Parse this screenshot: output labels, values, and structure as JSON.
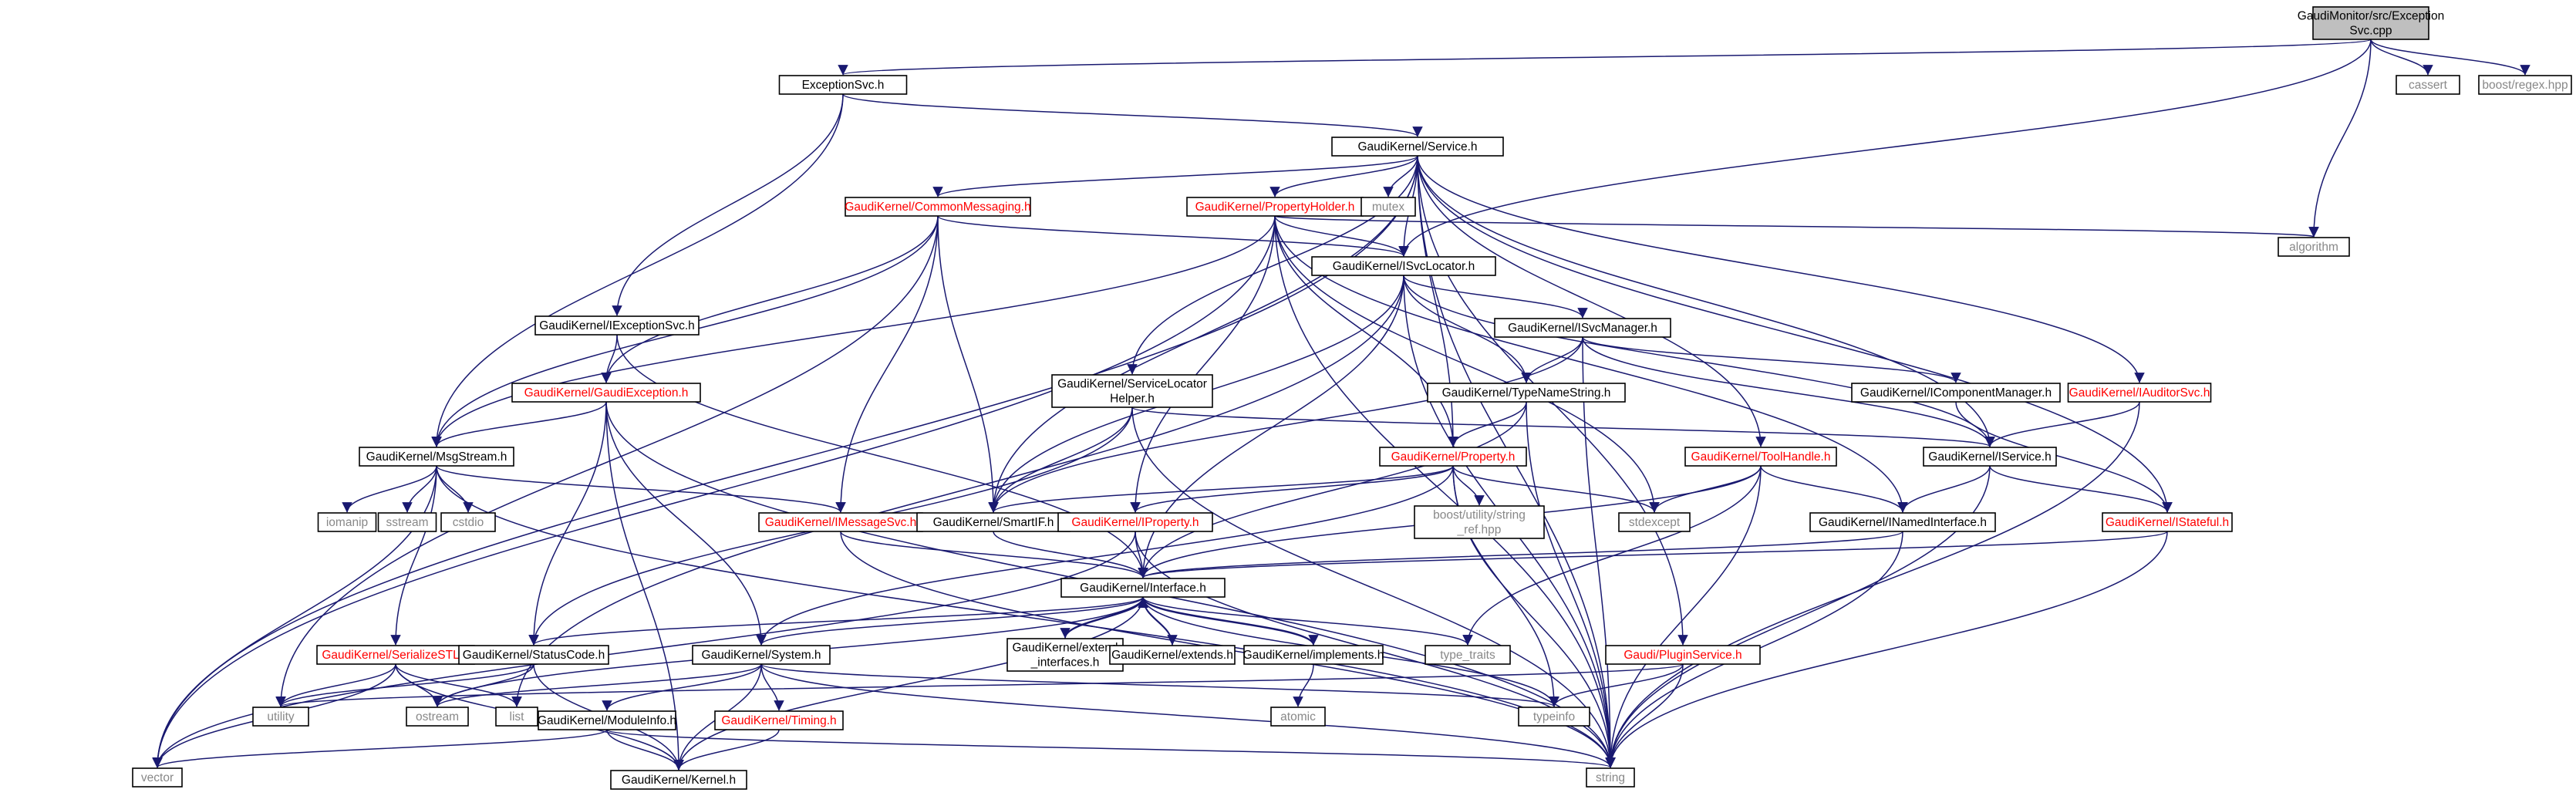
{
  "colors": {
    "edge": "#191970",
    "root_fill": "#bfbfbf",
    "box": "#ffffff",
    "red_text": "#ff0000",
    "black_text": "#000000",
    "grey_text": "#888888"
  },
  "nodes": {
    "root": {
      "lines": [
        "GaudiMonitor/src/Exception",
        "Svc.cpp"
      ],
      "style": "root"
    },
    "exsvc": {
      "lines": [
        "ExceptionSvc.h"
      ],
      "style": "black"
    },
    "cassert": {
      "lines": [
        "cassert"
      ],
      "style": "grey"
    },
    "boostregex": {
      "lines": [
        "boost/regex.hpp"
      ],
      "style": "grey"
    },
    "service": {
      "lines": [
        "GaudiKernel/Service.h"
      ],
      "style": "black"
    },
    "cmsg": {
      "lines": [
        "GaudiKernel/CommonMessaging.h"
      ],
      "style": "red"
    },
    "propholder": {
      "lines": [
        "GaudiKernel/PropertyHolder.h"
      ],
      "style": "red"
    },
    "mutex": {
      "lines": [
        "mutex"
      ],
      "style": "grey"
    },
    "algorithm": {
      "lines": [
        "algorithm"
      ],
      "style": "grey"
    },
    "isvcloc": {
      "lines": [
        "GaudiKernel/ISvcLocator.h"
      ],
      "style": "black"
    },
    "iexsvc": {
      "lines": [
        "GaudiKernel/IExceptionSvc.h"
      ],
      "style": "black"
    },
    "isvcmgr": {
      "lines": [
        "GaudiKernel/ISvcManager.h"
      ],
      "style": "black"
    },
    "gexcept": {
      "lines": [
        "GaudiKernel/GaudiException.h"
      ],
      "style": "red"
    },
    "svclochelp": {
      "lines": [
        "GaudiKernel/ServiceLocator",
        "Helper.h"
      ],
      "style": "black"
    },
    "typename": {
      "lines": [
        "GaudiKernel/TypeNameString.h"
      ],
      "style": "black"
    },
    "icompmgr": {
      "lines": [
        "GaudiKernel/IComponentManager.h"
      ],
      "style": "black"
    },
    "iauditor": {
      "lines": [
        "GaudiKernel/IAuditorSvc.h"
      ],
      "style": "red"
    },
    "msgstream": {
      "lines": [
        "GaudiKernel/MsgStream.h"
      ],
      "style": "black"
    },
    "property": {
      "lines": [
        "GaudiKernel/Property.h"
      ],
      "style": "red"
    },
    "toolhandle": {
      "lines": [
        "GaudiKernel/ToolHandle.h"
      ],
      "style": "red"
    },
    "iservice": {
      "lines": [
        "GaudiKernel/IService.h"
      ],
      "style": "black"
    },
    "iomanip": {
      "lines": [
        "iomanip"
      ],
      "style": "grey"
    },
    "sstream": {
      "lines": [
        "sstream"
      ],
      "style": "grey"
    },
    "cstdio": {
      "lines": [
        "cstdio"
      ],
      "style": "grey"
    },
    "imsgsvc": {
      "lines": [
        "GaudiKernel/IMessageSvc.h"
      ],
      "style": "red"
    },
    "smartif": {
      "lines": [
        "GaudiKernel/SmartIF.h"
      ],
      "style": "black"
    },
    "iproperty": {
      "lines": [
        "GaudiKernel/IProperty.h"
      ],
      "style": "red"
    },
    "boostref": {
      "lines": [
        "boost/utility/string",
        "_ref.hpp"
      ],
      "style": "grey"
    },
    "stdexcept": {
      "lines": [
        "stdexcept"
      ],
      "style": "grey"
    },
    "inamed": {
      "lines": [
        "GaudiKernel/INamedInterface.h"
      ],
      "style": "black"
    },
    "istateful": {
      "lines": [
        "GaudiKernel/IStateful.h"
      ],
      "style": "red"
    },
    "interface": {
      "lines": [
        "GaudiKernel/Interface.h"
      ],
      "style": "black"
    },
    "serialstl": {
      "lines": [
        "GaudiKernel/SerializeSTL.h"
      ],
      "style": "red"
    },
    "statuscode": {
      "lines": [
        "GaudiKernel/StatusCode.h"
      ],
      "style": "black"
    },
    "system": {
      "lines": [
        "GaudiKernel/System.h"
      ],
      "style": "black"
    },
    "extendif": {
      "lines": [
        "GaudiKernel/extend",
        "_interfaces.h"
      ],
      "style": "black"
    },
    "extends": {
      "lines": [
        "GaudiKernel/extends.h"
      ],
      "style": "black"
    },
    "implements": {
      "lines": [
        "GaudiKernel/implements.h"
      ],
      "style": "black"
    },
    "typetraits": {
      "lines": [
        "type_traits"
      ],
      "style": "grey"
    },
    "pluginsvc": {
      "lines": [
        "Gaudi/PluginService.h"
      ],
      "style": "red"
    },
    "utility": {
      "lines": [
        "utility"
      ],
      "style": "grey"
    },
    "ostream": {
      "lines": [
        "ostream"
      ],
      "style": "grey"
    },
    "list": {
      "lines": [
        "list"
      ],
      "style": "grey"
    },
    "timing": {
      "lines": [
        "GaudiKernel/Timing.h"
      ],
      "style": "red"
    },
    "typeinfo": {
      "lines": [
        "typeinfo"
      ],
      "style": "grey"
    },
    "atomic": {
      "lines": [
        "atomic"
      ],
      "style": "grey"
    },
    "moduleinfo": {
      "lines": [
        "GaudiKernel/ModuleInfo.h"
      ],
      "style": "black"
    },
    "vector": {
      "lines": [
        "vector"
      ],
      "style": "grey"
    },
    "kernel": {
      "lines": [
        "GaudiKernel/Kernel.h"
      ],
      "style": "black"
    },
    "string": {
      "lines": [
        "string"
      ],
      "style": "grey"
    }
  },
  "edges": [
    [
      "root",
      "exsvc"
    ],
    [
      "root",
      "cassert"
    ],
    [
      "root",
      "boostregex"
    ],
    [
      "root",
      "algorithm"
    ],
    [
      "root",
      "isvcloc"
    ],
    [
      "exsvc",
      "service"
    ],
    [
      "exsvc",
      "iexsvc"
    ],
    [
      "exsvc",
      "msgstream"
    ],
    [
      "service",
      "cmsg"
    ],
    [
      "service",
      "propholder"
    ],
    [
      "service",
      "mutex"
    ],
    [
      "service",
      "isvcloc"
    ],
    [
      "service",
      "svclochelp"
    ],
    [
      "service",
      "iauditor"
    ],
    [
      "service",
      "istateful"
    ],
    [
      "service",
      "pluginsvc"
    ],
    [
      "service",
      "string"
    ],
    [
      "service",
      "vector"
    ],
    [
      "service",
      "smartif"
    ],
    [
      "service",
      "property"
    ],
    [
      "service",
      "iservice"
    ],
    [
      "service",
      "toolhandle"
    ],
    [
      "cmsg",
      "isvcloc"
    ],
    [
      "cmsg",
      "msgstream"
    ],
    [
      "cmsg",
      "imsgsvc"
    ],
    [
      "cmsg",
      "smartif"
    ],
    [
      "cmsg",
      "gexcept"
    ],
    [
      "cmsg",
      "utility"
    ],
    [
      "propholder",
      "isvcloc"
    ],
    [
      "propholder",
      "property"
    ],
    [
      "propholder",
      "iproperty"
    ],
    [
      "propholder",
      "algorithm"
    ],
    [
      "propholder",
      "msgstream"
    ],
    [
      "propholder",
      "vector"
    ],
    [
      "propholder",
      "stdexcept"
    ],
    [
      "propholder",
      "inamed"
    ],
    [
      "propholder",
      "string"
    ],
    [
      "isvcloc",
      "isvcmgr"
    ],
    [
      "isvcloc",
      "typename"
    ],
    [
      "isvcloc",
      "smartif"
    ],
    [
      "isvcloc",
      "interface"
    ],
    [
      "isvcloc",
      "iservice"
    ],
    [
      "isvcloc",
      "list"
    ],
    [
      "isvcloc",
      "string"
    ],
    [
      "iexsvc",
      "gexcept"
    ],
    [
      "iexsvc",
      "interface"
    ],
    [
      "isvcmgr",
      "typename"
    ],
    [
      "isvcmgr",
      "icompmgr"
    ],
    [
      "isvcmgr",
      "iservice"
    ],
    [
      "isvcmgr",
      "smartif"
    ],
    [
      "isvcmgr",
      "string"
    ],
    [
      "gexcept",
      "msgstream"
    ],
    [
      "gexcept",
      "statuscode"
    ],
    [
      "gexcept",
      "system"
    ],
    [
      "gexcept",
      "kernel"
    ],
    [
      "gexcept",
      "string"
    ],
    [
      "svclochelp",
      "smartif"
    ],
    [
      "svclochelp",
      "statuscode"
    ],
    [
      "svclochelp",
      "iservice"
    ],
    [
      "svclochelp",
      "string"
    ],
    [
      "typename",
      "property"
    ],
    [
      "typename",
      "string"
    ],
    [
      "typename",
      "interface"
    ],
    [
      "icompmgr",
      "istateful"
    ],
    [
      "iauditor",
      "iservice"
    ],
    [
      "iauditor",
      "string"
    ],
    [
      "msgstream",
      "imsgsvc"
    ],
    [
      "msgstream",
      "iomanip"
    ],
    [
      "msgstream",
      "sstream"
    ],
    [
      "msgstream",
      "cstdio"
    ],
    [
      "msgstream",
      "serialstl"
    ],
    [
      "msgstream",
      "vector"
    ],
    [
      "msgstream",
      "string"
    ],
    [
      "property",
      "iproperty"
    ],
    [
      "property",
      "smartif"
    ],
    [
      "property",
      "boostref"
    ],
    [
      "property",
      "stdexcept"
    ],
    [
      "property",
      "typeinfo"
    ],
    [
      "property",
      "string"
    ],
    [
      "property",
      "system"
    ],
    [
      "toolhandle",
      "inamed"
    ],
    [
      "toolhandle",
      "stdexcept"
    ],
    [
      "toolhandle",
      "typetraits"
    ],
    [
      "toolhandle",
      "string"
    ],
    [
      "toolhandle",
      "interface"
    ],
    [
      "iservice",
      "inamed"
    ],
    [
      "iservice",
      "istateful"
    ],
    [
      "iservice",
      "string"
    ],
    [
      "imsgsvc",
      "interface"
    ],
    [
      "imsgsvc",
      "string"
    ],
    [
      "smartif",
      "interface"
    ],
    [
      "iproperty",
      "interface"
    ],
    [
      "iproperty",
      "string"
    ],
    [
      "iproperty",
      "vector"
    ],
    [
      "inamed",
      "interface"
    ],
    [
      "inamed",
      "string"
    ],
    [
      "istateful",
      "interface"
    ],
    [
      "istateful",
      "string"
    ],
    [
      "interface",
      "statuscode"
    ],
    [
      "interface",
      "system"
    ],
    [
      "interface",
      "extendif"
    ],
    [
      "interface",
      "extends"
    ],
    [
      "interface",
      "implements"
    ],
    [
      "interface",
      "typetraits"
    ],
    [
      "interface",
      "typeinfo"
    ],
    [
      "interface",
      "kernel"
    ],
    [
      "interface",
      "ostream"
    ],
    [
      "extendif",
      "interface"
    ],
    [
      "extends",
      "interface"
    ],
    [
      "implements",
      "interface"
    ],
    [
      "implements",
      "atomic"
    ],
    [
      "serialstl",
      "ostream"
    ],
    [
      "serialstl",
      "vector"
    ],
    [
      "serialstl",
      "list"
    ],
    [
      "serialstl",
      "utility"
    ],
    [
      "serialstl",
      "kernel"
    ],
    [
      "statuscode",
      "ostream"
    ],
    [
      "statuscode",
      "utility"
    ],
    [
      "statuscode",
      "kernel"
    ],
    [
      "system",
      "moduleinfo"
    ],
    [
      "system",
      "timing"
    ],
    [
      "system",
      "kernel"
    ],
    [
      "system",
      "string"
    ],
    [
      "system",
      "typeinfo"
    ],
    [
      "system",
      "ostream"
    ],
    [
      "timing",
      "kernel"
    ],
    [
      "moduleinfo",
      "kernel"
    ],
    [
      "moduleinfo",
      "string"
    ],
    [
      "moduleinfo",
      "vector"
    ],
    [
      "pluginsvc",
      "typeinfo"
    ],
    [
      "pluginsvc",
      "string"
    ],
    [
      "pluginsvc",
      "utility"
    ]
  ]
}
